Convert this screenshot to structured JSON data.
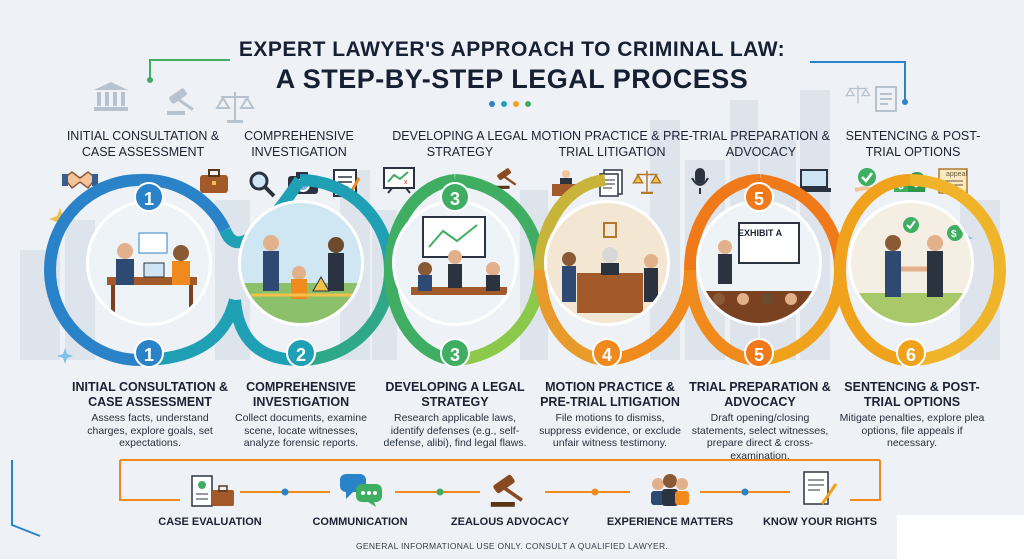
{
  "title_line1": "EXPERT LAWYER'S APPROACH TO CRIMINAL LAW:",
  "title_line2": "A STEP-BY-STEP LEGAL PROCESS",
  "steps": [
    {
      "number": "1",
      "top_label": "INITIAL CONSULTATION & CASE ASSESSMENT",
      "bottom_label": "INITIAL CONSULTATION & CASE ASSESSMENT",
      "description": "Assess facts, understand charges, explore goals, set expectations.",
      "color": "#2a82c9"
    },
    {
      "number": "2",
      "top_label": "COMPREHENSIVE INVESTIGATION",
      "bottom_label": "COMPREHENSIVE INVESTIGATION",
      "description": "Collect documents, examine scene, locate witnesses, analyze forensic reports.",
      "color": "#1fa0b5"
    },
    {
      "number": "3",
      "top_label": "DEVELOPING A LEGAL STRATEGY",
      "bottom_label": "DEVELOPING A LEGAL STRATEGY",
      "description": "Research applicable laws, identify defenses (e.g., self-defense, alibi), find legal flaws.",
      "color": "#3fae62"
    },
    {
      "number": "4",
      "top_label": "MOTION PRACTICE & PRE-TRIAL LITIGATION",
      "bottom_label": "MOTION PRACTICE & PRE-TRIAL LITIGATION",
      "description": "File motions to dismiss, suppress evidence, or exclude unfair witness testimony.",
      "color": "#f08a1c"
    },
    {
      "number": "5",
      "top_label": "TRIAL PREPARATION & ADVOCACY",
      "bottom_label": "TRIAL PREPARATION & ADVOCACY",
      "description": "Draft opening/closing statements, select witnesses, prepare direct & cross-examination.",
      "color": "#f07a1a"
    },
    {
      "number": "6",
      "top_label": "SENTENCING & POST-TRIAL OPTIONS",
      "bottom_label": "SENTENCING & POST-TRIAL OPTIONS",
      "description": "Mitigate penalties, explore plea options, file appeals if necessary.",
      "color": "#f0a21c"
    }
  ],
  "scene_texts": {
    "exhibit": "EXHIBIT A",
    "appeal": "appeal"
  },
  "footer_items": [
    "CASE EVALUATION",
    "COMMUNICATION",
    "ZEALOUS ADVOCACY",
    "EXPERIENCE MATTERS",
    "KNOW YOUR RIGHTS"
  ],
  "disclaimer": "GENERAL INFORMATIONAL USE ONLY. CONSULT A QUALIFIED LAWYER.",
  "colors": {
    "blue": "#2a82c9",
    "teal": "#1fa0b5",
    "green": "#3fae62",
    "orange": "#f08a1c",
    "gold": "#f0a21c",
    "navy": "#162033"
  }
}
